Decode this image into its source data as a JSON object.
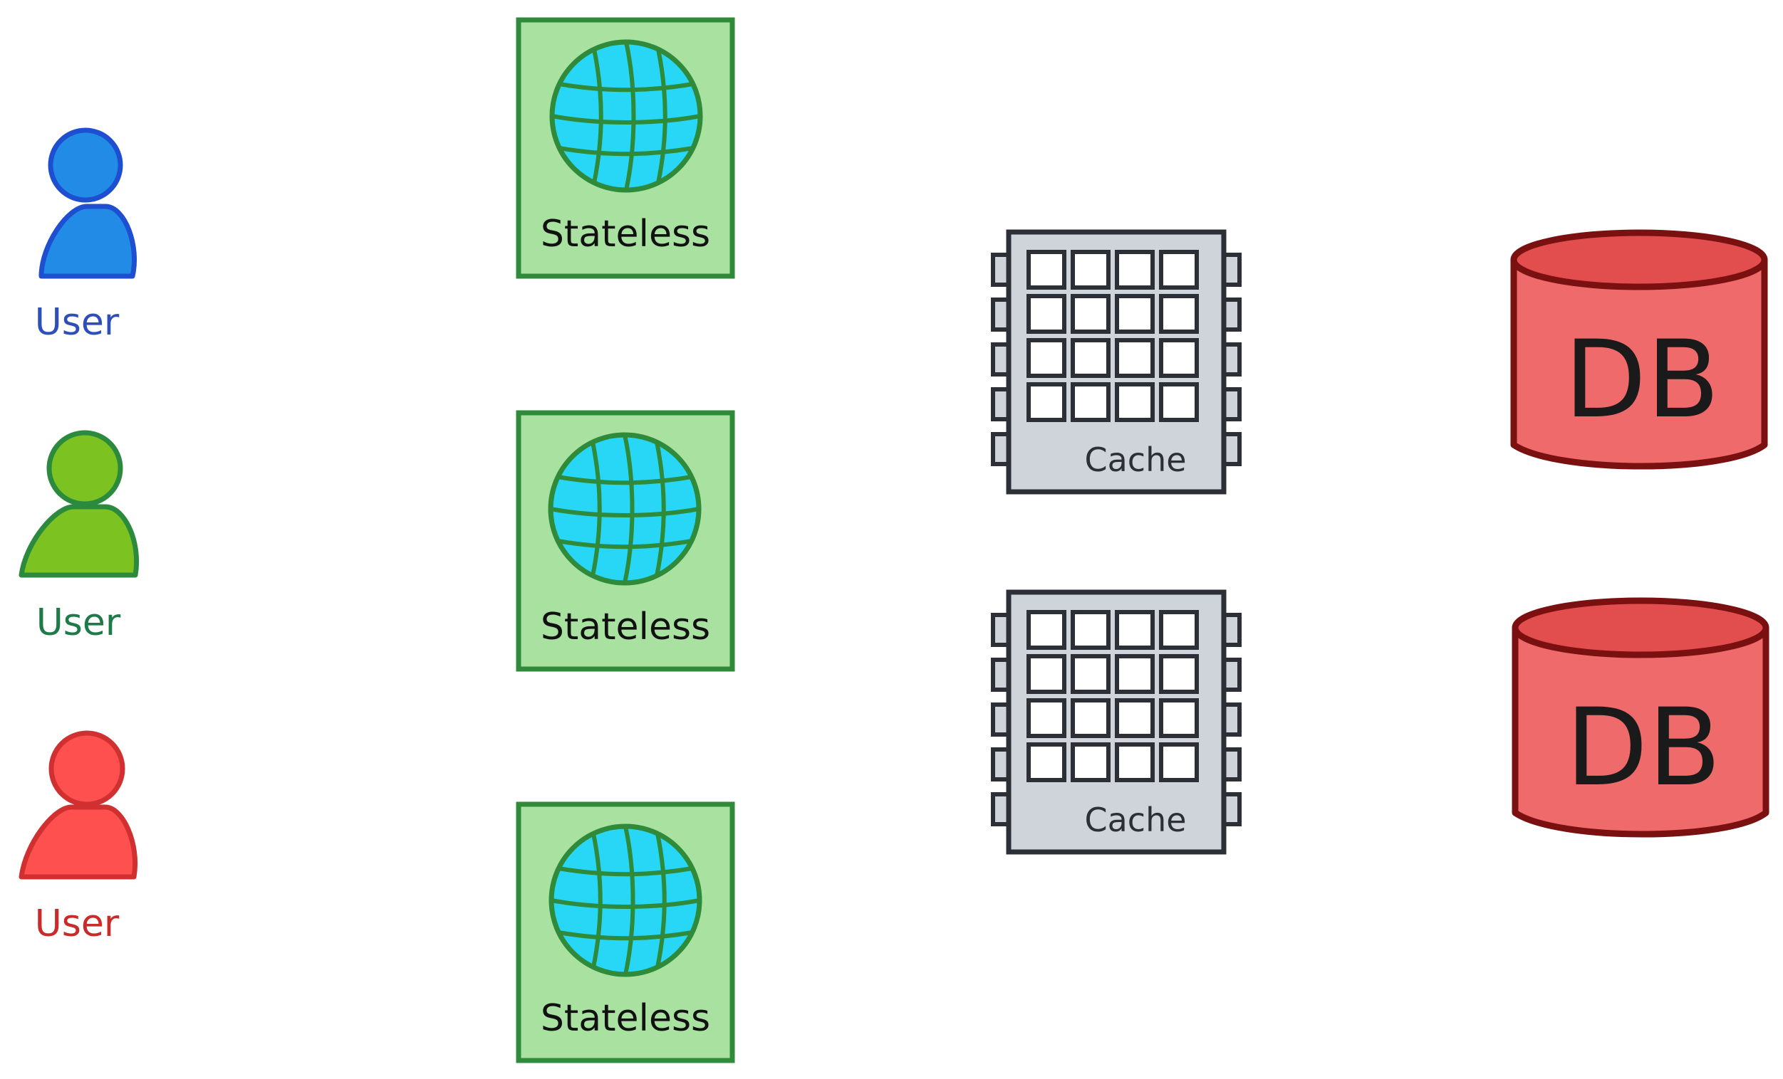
{
  "users": [
    {
      "label": "User",
      "fill": "#228be6",
      "stroke": "#1e4fd1",
      "label_color": "#2f4fb8"
    },
    {
      "label": "User",
      "fill": "#7cc322",
      "stroke": "#2b8a3e",
      "label_color": "#1f7a4a"
    },
    {
      "label": "User",
      "fill": "#ff5050",
      "stroke": "#d03030",
      "label_color": "#c92a2a"
    }
  ],
  "servers": [
    {
      "label": "Stateless"
    },
    {
      "label": "Stateless"
    },
    {
      "label": "Stateless"
    }
  ],
  "server_colors": {
    "fill": "#a9e1a0",
    "stroke": "#2f8a3a",
    "globe_fill": "#28d7f6",
    "globe_stroke": "#2f8a3a",
    "text": "#111111"
  },
  "caches": [
    {
      "label": "Cache"
    },
    {
      "label": "Cache"
    }
  ],
  "cache_colors": {
    "fill": "#cfd3da",
    "stroke": "#2c2f36",
    "cell_fill": "#ffffff",
    "text": "#2c2f36"
  },
  "databases": [
    {
      "label": "DB"
    },
    {
      "label": "DB"
    }
  ],
  "db_colors": {
    "fill": "#ef6a6a",
    "top_fill": "#e24e4e",
    "stroke": "#7a1010",
    "text": "#1a1a1a"
  }
}
